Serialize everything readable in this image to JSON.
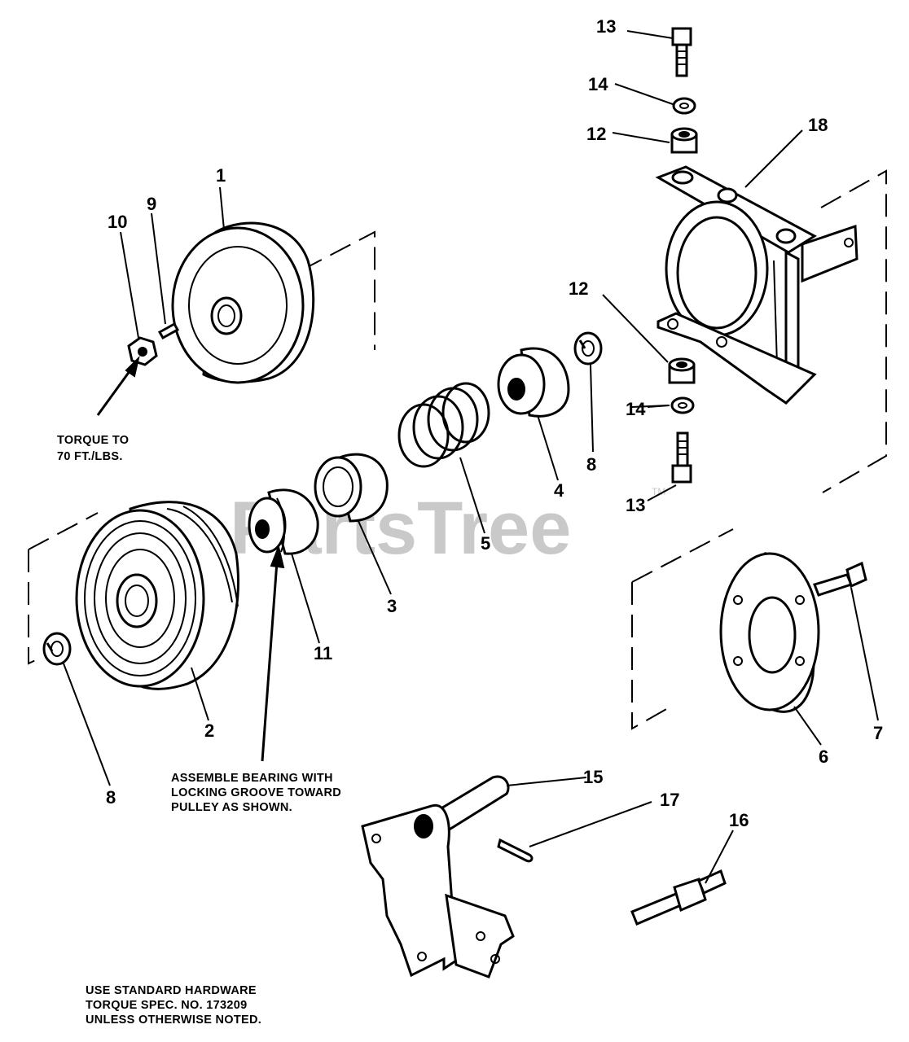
{
  "watermark": {
    "text": "PartsTree",
    "trademark": "TM"
  },
  "callouts": [
    {
      "id": "1",
      "text": "1"
    },
    {
      "id": "2",
      "text": "2"
    },
    {
      "id": "3",
      "text": "3"
    },
    {
      "id": "4",
      "text": "4"
    },
    {
      "id": "5",
      "text": "5"
    },
    {
      "id": "6",
      "text": "6"
    },
    {
      "id": "7",
      "text": "7"
    },
    {
      "id": "8a",
      "text": "8"
    },
    {
      "id": "8b",
      "text": "8"
    },
    {
      "id": "9",
      "text": "9"
    },
    {
      "id": "10",
      "text": "10"
    },
    {
      "id": "11",
      "text": "11"
    },
    {
      "id": "12a",
      "text": "12"
    },
    {
      "id": "12b",
      "text": "12"
    },
    {
      "id": "13a",
      "text": "13"
    },
    {
      "id": "13b",
      "text": "13"
    },
    {
      "id": "14a",
      "text": "14"
    },
    {
      "id": "14b",
      "text": "14"
    },
    {
      "id": "15",
      "text": "15"
    },
    {
      "id": "16",
      "text": "16"
    },
    {
      "id": "17",
      "text": "17"
    },
    {
      "id": "18",
      "text": "18"
    }
  ],
  "notes": {
    "torque_line1": "TORQUE TO",
    "torque_line2": "70 FT./LBS.",
    "bearing_line1": "ASSEMBLE BEARING WITH",
    "bearing_line2": "LOCKING GROOVE TOWARD",
    "bearing_line3": "PULLEY AS SHOWN.",
    "hardware_line1": "USE STANDARD HARDWARE",
    "hardware_line2": "TORQUE SPEC. NO. 173209",
    "hardware_line3": "UNLESS OTHERWISE NOTED."
  }
}
